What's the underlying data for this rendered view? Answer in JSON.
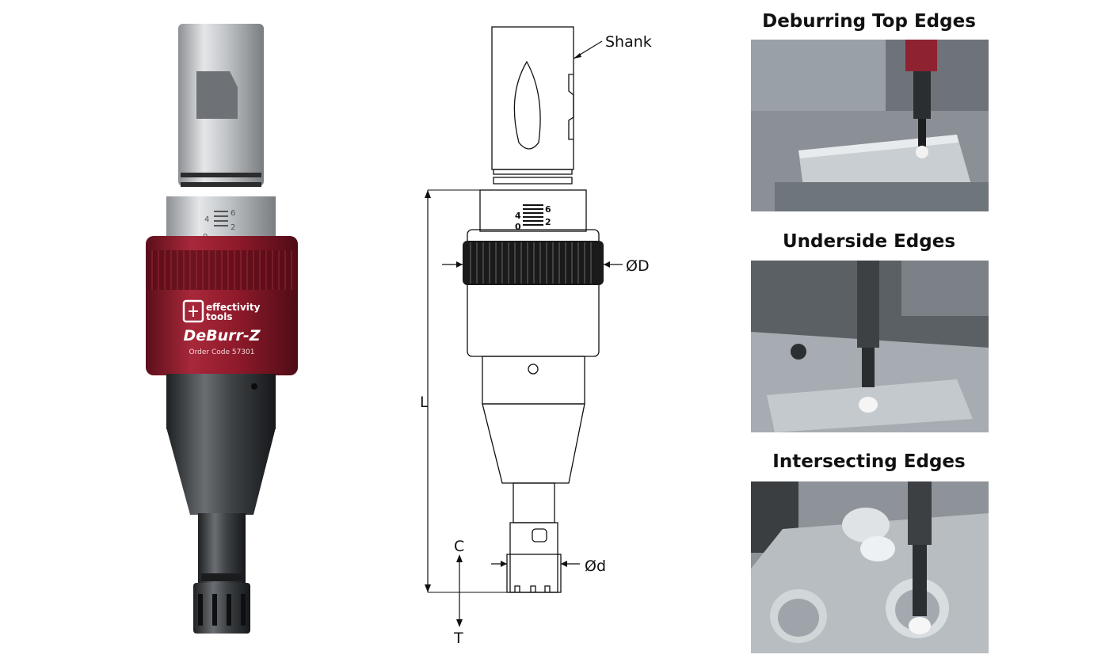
{
  "product": {
    "brand_line1": "effectivity",
    "brand_line2": "tools",
    "name": "DeBurr-Z",
    "order_code": "Order Code 57301",
    "scale_marks": [
      "4",
      "6",
      "2",
      "0"
    ]
  },
  "drawing": {
    "shank_label": "Shank",
    "outer_diameter_label": "ØD",
    "length_label": "L",
    "inner_diameter_label": "Ød",
    "compression_label": "C",
    "tension_label": "T",
    "scale_marks": [
      "6",
      "4",
      "2",
      "0"
    ]
  },
  "applications": [
    {
      "title": "Deburring Top Edges"
    },
    {
      "title": "Underside Edges"
    },
    {
      "title": "Intersecting Edges"
    }
  ],
  "colors": {
    "collar_red": "#8e1a2a",
    "steel_dark": "#3a3d40",
    "steel_light": "#c9cccf",
    "line": "#111111"
  }
}
